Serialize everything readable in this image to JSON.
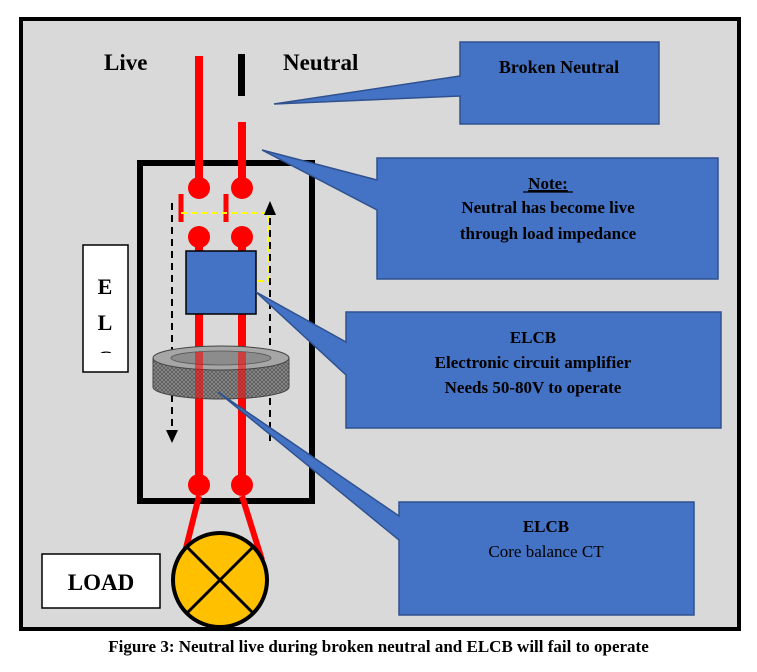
{
  "labels": {
    "live": "Live",
    "neutral": "Neutral",
    "elcb_letters": [
      "E",
      "L",
      "C"
    ],
    "load": "LOAD"
  },
  "callouts": {
    "broken_neutral": {
      "line1": "Broken Neutral"
    },
    "note": {
      "heading": "Note:",
      "line1": "Neutral has become live",
      "line2": "through load impedance"
    },
    "amplifier": {
      "line1": "ELCB",
      "line2": "Electronic circuit amplifier",
      "line3": "Needs 50-80V to operate"
    },
    "core_ct": {
      "line1": "ELCB",
      "line2": "Core balance CT"
    }
  },
  "caption": "Figure 3: Neutral live during broken neutral and ELCB will fail to operate",
  "colors": {
    "background": "#d9d9d9",
    "wire": "#ff0000",
    "callout_fill": "#4472c4",
    "callout_stroke": "#2f528f",
    "amplifier_box": "#4472c4",
    "lamp": "#ffc000",
    "dashed_path": "#ffff00"
  }
}
